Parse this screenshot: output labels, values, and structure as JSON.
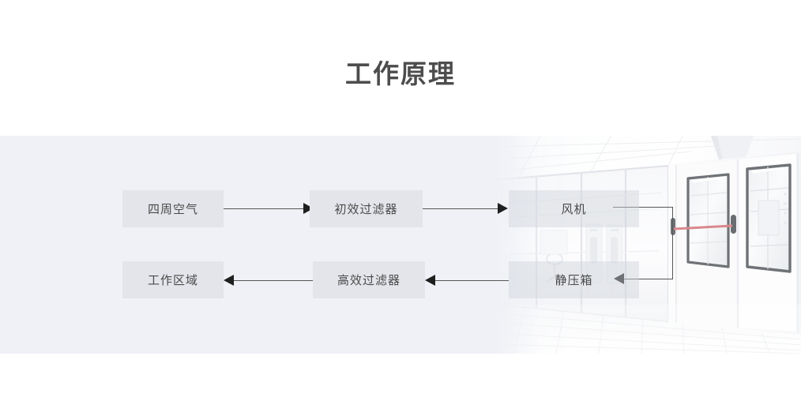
{
  "page": {
    "title": "工作原理",
    "background_color": "#ffffff",
    "band_color": "#eff1f6"
  },
  "diagram": {
    "name": "air-flow-diagram",
    "box_fill": "#e3e5ea",
    "ghost_box_fill": "rgba(208,212,219,0.46)",
    "line_color": "#565656",
    "arrow_color": "#1f1f1f",
    "text_color": "#4a4a4a",
    "nodes": [
      {
        "id": "ambient-air",
        "label": "四周空气",
        "row": "top",
        "style": "solid"
      },
      {
        "id": "primary-filter",
        "label": "初效过滤器",
        "row": "top",
        "style": "solid"
      },
      {
        "id": "fan",
        "label": "风机",
        "row": "top",
        "style": "ghost"
      },
      {
        "id": "work-area",
        "label": "工作区域",
        "row": "bottom",
        "style": "solid"
      },
      {
        "id": "hepa-filter",
        "label": "高效过滤器",
        "row": "bottom",
        "style": "solid"
      },
      {
        "id": "plenum-box",
        "label": "静压箱",
        "row": "bottom",
        "style": "ghost"
      }
    ],
    "connections": [
      {
        "from": "ambient-air",
        "to": "primary-filter",
        "direction": "right"
      },
      {
        "from": "primary-filter",
        "to": "fan",
        "direction": "right"
      },
      {
        "from": "fan",
        "to": "plenum-box",
        "direction": "down-left"
      },
      {
        "from": "plenum-box",
        "to": "hepa-filter",
        "direction": "left"
      },
      {
        "from": "hepa-filter",
        "to": "work-area",
        "direction": "left"
      }
    ]
  },
  "photo": {
    "name": "cleanroom-photo",
    "alt": "洁净室双开门与玻璃隔断",
    "elements": [
      "glass-partition",
      "double-door",
      "door-window",
      "door-handle",
      "red-push-bar",
      "grated-floor",
      "ceiling-light"
    ]
  }
}
